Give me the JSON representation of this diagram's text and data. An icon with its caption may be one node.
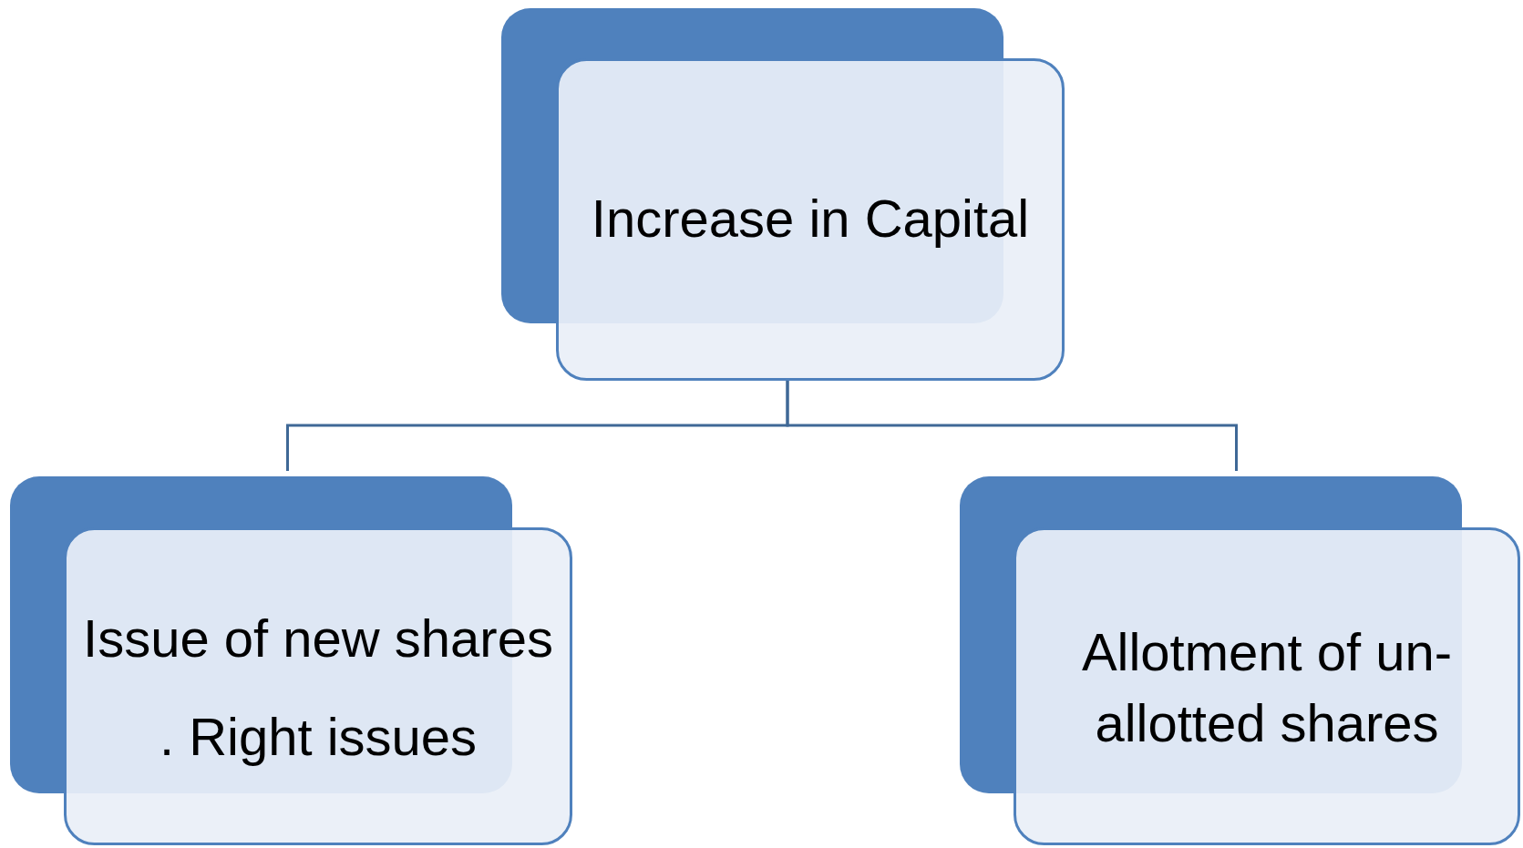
{
  "diagram": {
    "nodes": [
      {
        "text": [
          "Increase in Capital"
        ]
      },
      {
        "text": [
          "Issue of new shares",
          ". Right issues"
        ]
      },
      {
        "text": [
          "Allotment of un-allotted shares"
        ]
      }
    ],
    "edges": [
      {
        "from": 0,
        "to": 1,
        "arrow": "none"
      },
      {
        "from": 0,
        "to": 2,
        "arrow": "none"
      }
    ]
  }
}
